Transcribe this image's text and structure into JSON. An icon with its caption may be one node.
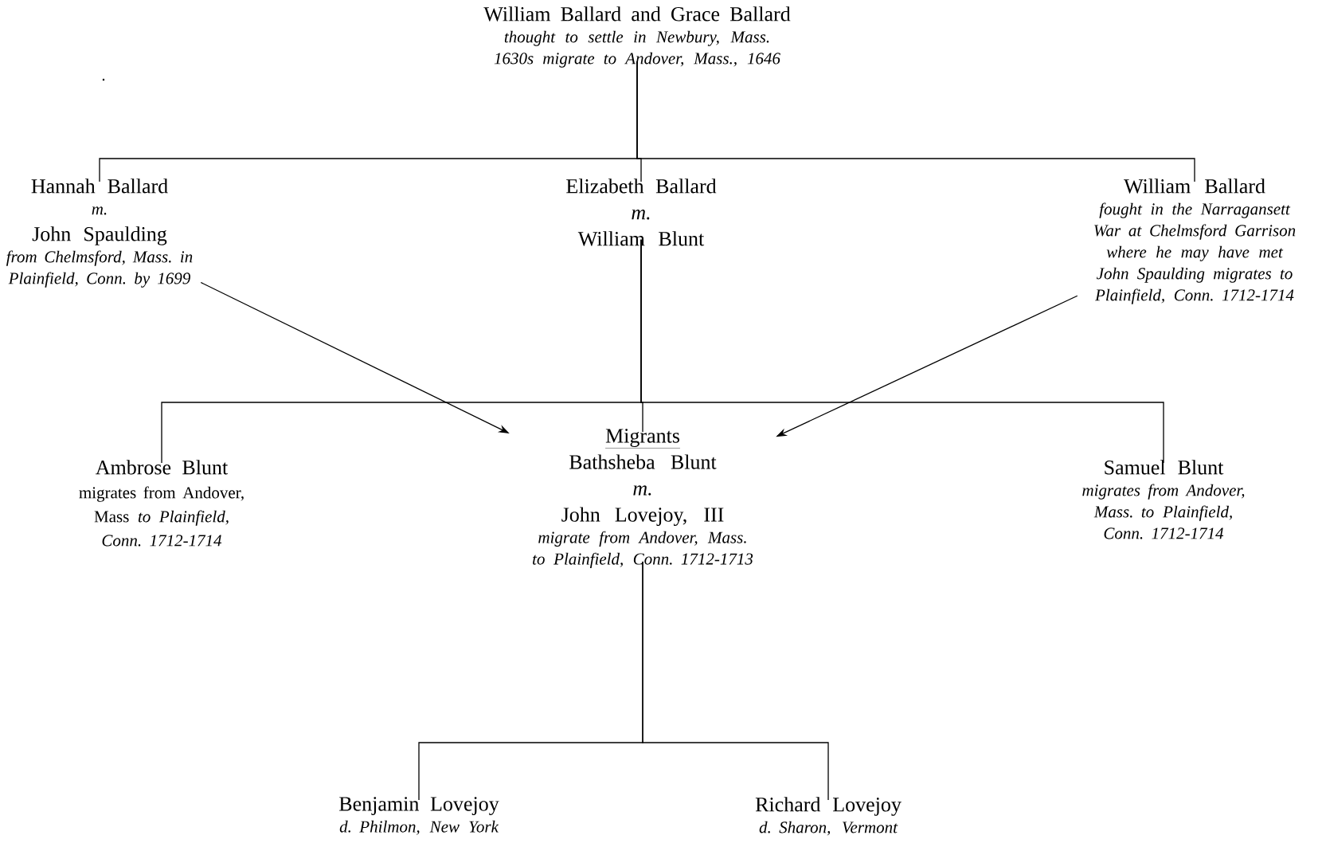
{
  "diagram": {
    "nodes": [
      {
        "text": [
          "William Ballard and Grace Ballard",
          "thought to settle in Newbury, Mass. 1630s migrate to Andover, Mass., 1646"
        ]
      },
      {
        "text": [
          "Hannah Ballard",
          "m.",
          "John Spaulding",
          "from Chelmsford, Mass. in Plainfield, Conn. by 1699"
        ]
      },
      {
        "text": [
          "Elizabeth Ballard",
          "m.",
          "William Blunt"
        ]
      },
      {
        "text": [
          "William Ballard",
          "fought in the Narragansett War at Chelmsford Garrison where he may have met John Spaulding migrates to Plainfield, Conn. 1712-1714"
        ]
      },
      {
        "text": [
          "Ambrose Blunt",
          "migrates from Andover, Mass *to Plainfield, Conn. 1712-1714*"
        ]
      },
      {
        "text": [
          "Migrants",
          "Bathsheba Blunt",
          "m.",
          "John Lovejoy, III",
          "migrate from Andover, Mass. to Plainfield, Conn. 1712-1713"
        ]
      },
      {
        "text": [
          "Samuel Blunt",
          "migrates from Andover, Mass. to Plainfield, Conn. 1712-1714"
        ]
      },
      {
        "text": [
          "Benjamin Lovejoy",
          "d. Philmon, New York"
        ]
      },
      {
        "text": [
          "Richard Lovejoy",
          "d. Sharon, Vermont"
        ]
      }
    ],
    "edges": [
      {
        "from": 0,
        "to": 1,
        "arrow": "none"
      },
      {
        "from": 0,
        "to": 2,
        "arrow": "none"
      },
      {
        "from": 0,
        "to": 3,
        "arrow": "none"
      },
      {
        "from": 2,
        "to": 4,
        "arrow": "none"
      },
      {
        "from": 2,
        "to": 5,
        "arrow": "none"
      },
      {
        "from": 2,
        "to": 6,
        "arrow": "none"
      },
      {
        "from": 1,
        "to": 5,
        "arrow": "to"
      },
      {
        "from": 3,
        "to": 5,
        "arrow": "to"
      },
      {
        "from": 5,
        "to": 7,
        "arrow": "none"
      },
      {
        "from": 5,
        "to": 8,
        "arrow": "none"
      }
    ],
    "labels": [
      "."
    ]
  }
}
